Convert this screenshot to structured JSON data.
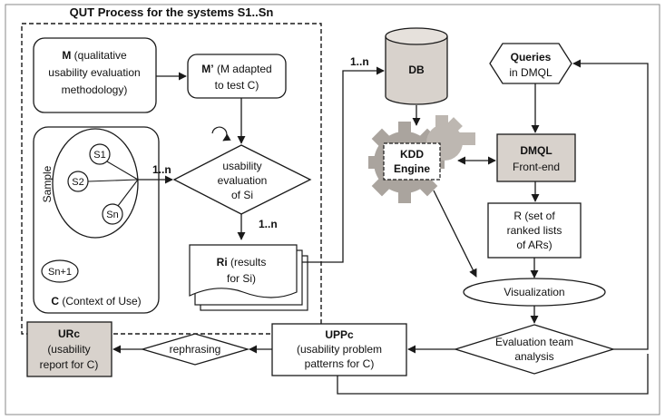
{
  "title": "QUT Process for the systems S1..Sn",
  "colors": {
    "shaded_fill": "#d8d2cc",
    "line": "#1a1a1a",
    "gear": "#aaa49e"
  },
  "nodes": {
    "m": {
      "bold": "M",
      "lines": [
        "(qualitative",
        "usability evaluation",
        "methodology)"
      ]
    },
    "m_adapted": {
      "bold": "M’",
      "lines": [
        "(M adapted",
        "to test C)"
      ]
    },
    "sample": {
      "label": "Sample",
      "items": [
        "S1",
        "S2",
        "Sn",
        "Sn+1"
      ]
    },
    "context": {
      "bold": "C",
      "rest": " (Context of Use)"
    },
    "usability_eval": {
      "lines": [
        "usability",
        "evaluation",
        "of Si"
      ]
    },
    "results": {
      "bold": "Ri",
      "rest": " (results",
      "line2": "for Si)"
    },
    "db": {
      "label": "DB"
    },
    "kdd": {
      "lines": [
        "KDD",
        "Engine"
      ]
    },
    "queries": {
      "bold": "Queries",
      "line2": "in DMQL"
    },
    "dmql": {
      "bold": "DMQL",
      "line2": "Front-end"
    },
    "ranked": {
      "lines": [
        "R (set of",
        "ranked lists",
        "of ARs)"
      ]
    },
    "visualization": {
      "label": "Visualization"
    },
    "eval_team": {
      "lines": [
        "Evaluation team",
        "analysis"
      ]
    },
    "uppc": {
      "bold": "UPPc",
      "lines": [
        "(usability problem",
        "patterns for C)"
      ]
    },
    "rephrasing": {
      "label": "rephrasing"
    },
    "urc": {
      "bold": "URc",
      "lines": [
        "(usability",
        "report for C)"
      ]
    }
  },
  "multiplicity": {
    "sample_to_eval": "1..n",
    "eval_to_results": "1..n",
    "to_db": "1..n"
  }
}
